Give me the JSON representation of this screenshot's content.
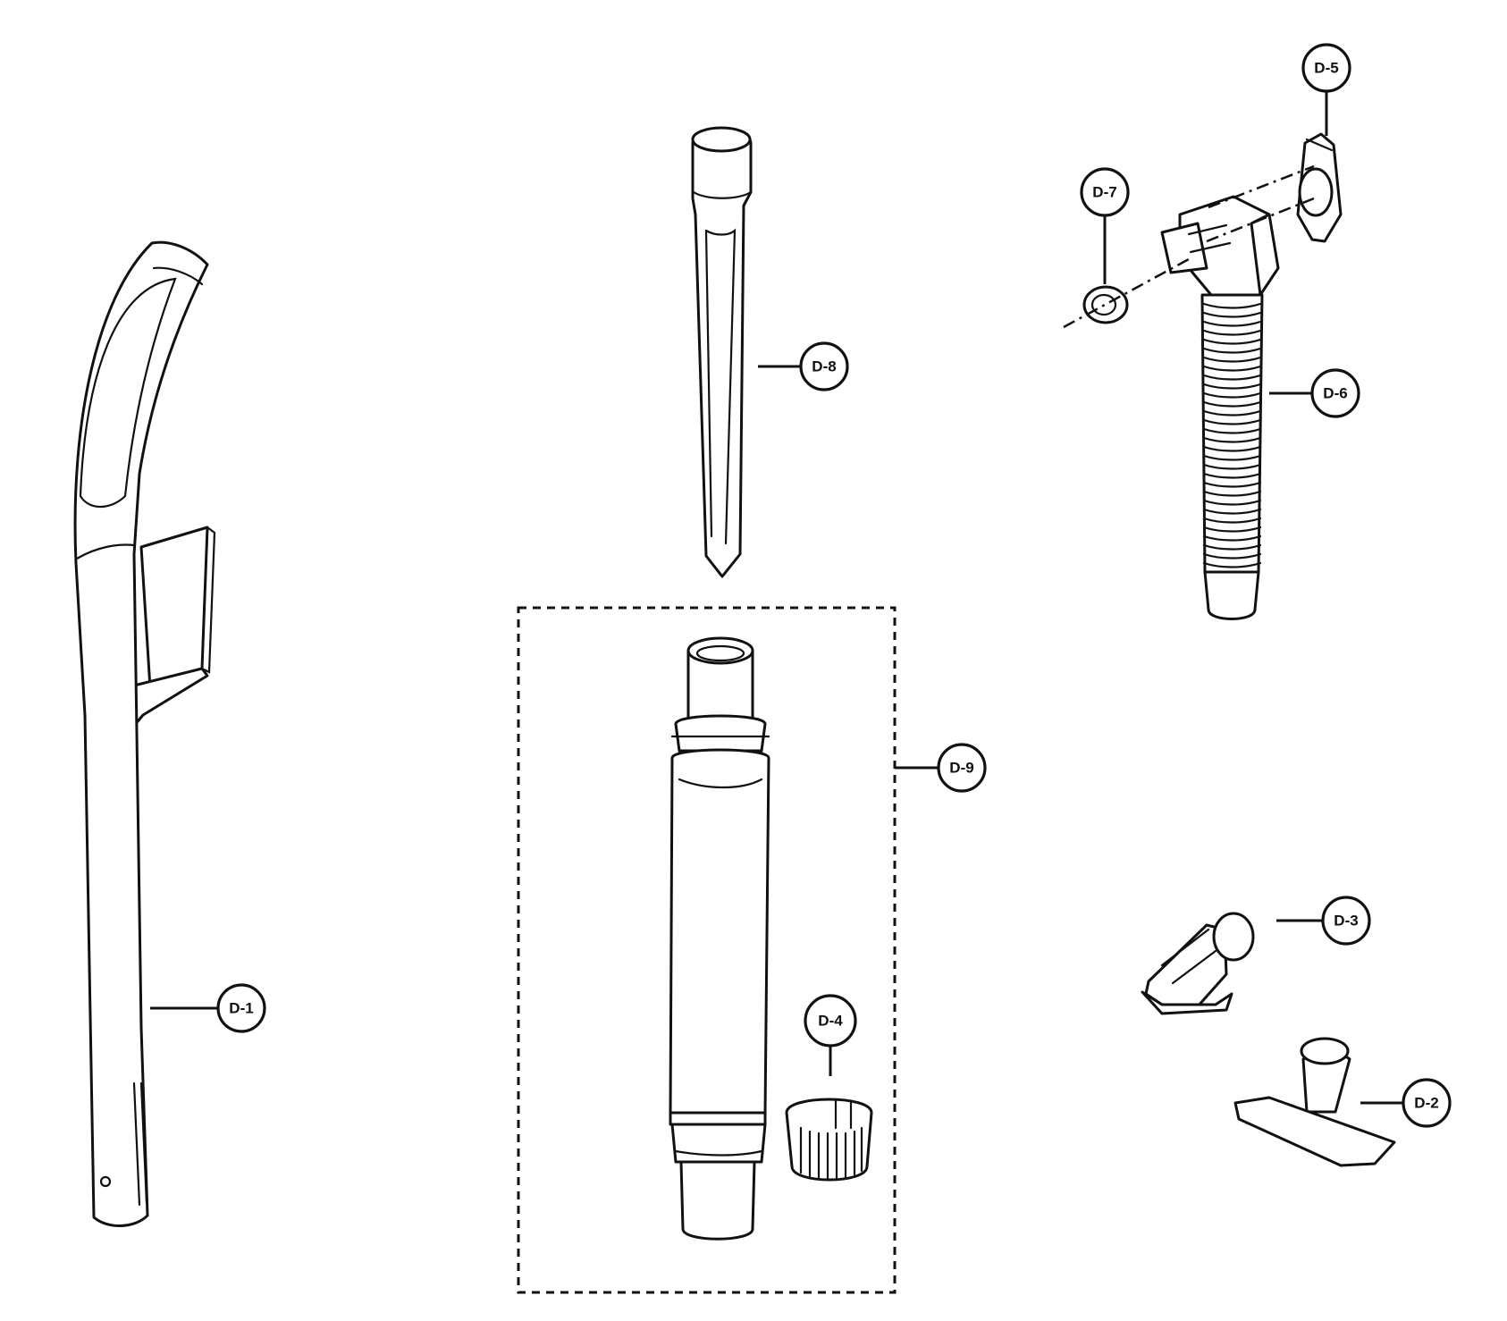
{
  "callouts": {
    "d1": "D-1",
    "d2": "D-2",
    "d3": "D-3",
    "d4": "D-4",
    "d5": "D-5",
    "d6": "D-6",
    "d7": "D-7",
    "d8": "D-8",
    "d9": "D-9"
  }
}
